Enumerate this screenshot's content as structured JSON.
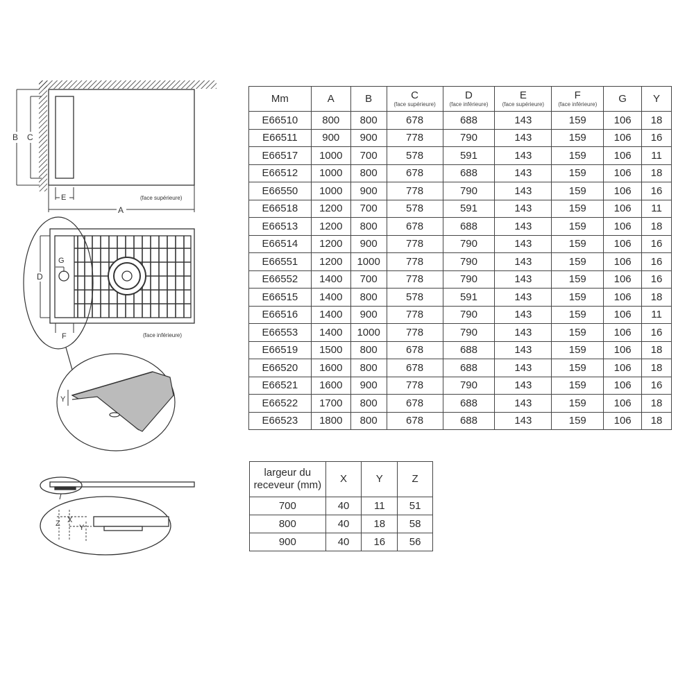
{
  "drawings": {
    "top_view": {
      "labels": {
        "B": "B",
        "C": "C",
        "E": "E",
        "A": "A"
      },
      "caption": "(face supérieure)"
    },
    "bottom_view": {
      "labels": {
        "G": "G",
        "D": "D",
        "F": "F"
      },
      "caption": "(face inférieure)"
    },
    "detail_view": {
      "labels": {
        "Y": "Y"
      }
    },
    "section_view": {
      "labels": {
        "Z": "Z",
        "X": "X",
        "Y": "Y"
      }
    }
  },
  "main_table": {
    "headers": [
      {
        "label": "Mm",
        "sub": ""
      },
      {
        "label": "A",
        "sub": ""
      },
      {
        "label": "B",
        "sub": ""
      },
      {
        "label": "C",
        "sub": "(face supérieure)"
      },
      {
        "label": "D",
        "sub": "(face inférieure)"
      },
      {
        "label": "E",
        "sub": "(face supérieure)"
      },
      {
        "label": "F",
        "sub": "(face inférieure)"
      },
      {
        "label": "G",
        "sub": ""
      },
      {
        "label": "Y",
        "sub": ""
      }
    ],
    "rows": [
      [
        "E66510",
        "800",
        "800",
        "678",
        "688",
        "143",
        "159",
        "106",
        "18"
      ],
      [
        "E66511",
        "900",
        "900",
        "778",
        "790",
        "143",
        "159",
        "106",
        "16"
      ],
      [
        "E66517",
        "1000",
        "700",
        "578",
        "591",
        "143",
        "159",
        "106",
        "11"
      ],
      [
        "E66512",
        "1000",
        "800",
        "678",
        "688",
        "143",
        "159",
        "106",
        "18"
      ],
      [
        "E66550",
        "1000",
        "900",
        "778",
        "790",
        "143",
        "159",
        "106",
        "16"
      ],
      [
        "E66518",
        "1200",
        "700",
        "578",
        "591",
        "143",
        "159",
        "106",
        "11"
      ],
      [
        "E66513",
        "1200",
        "800",
        "678",
        "688",
        "143",
        "159",
        "106",
        "18"
      ],
      [
        "E66514",
        "1200",
        "900",
        "778",
        "790",
        "143",
        "159",
        "106",
        "16"
      ],
      [
        "E66551",
        "1200",
        "1000",
        "778",
        "790",
        "143",
        "159",
        "106",
        "16"
      ],
      [
        "E66552",
        "1400",
        "700",
        "778",
        "790",
        "143",
        "159",
        "106",
        "16"
      ],
      [
        "E66515",
        "1400",
        "800",
        "578",
        "591",
        "143",
        "159",
        "106",
        "18"
      ],
      [
        "E66516",
        "1400",
        "900",
        "778",
        "790",
        "143",
        "159",
        "106",
        "11"
      ],
      [
        "E66553",
        "1400",
        "1000",
        "778",
        "790",
        "143",
        "159",
        "106",
        "16"
      ],
      [
        "E66519",
        "1500",
        "800",
        "678",
        "688",
        "143",
        "159",
        "106",
        "18"
      ],
      [
        "E66520",
        "1600",
        "800",
        "678",
        "688",
        "143",
        "159",
        "106",
        "18"
      ],
      [
        "E66521",
        "1600",
        "900",
        "778",
        "790",
        "143",
        "159",
        "106",
        "16"
      ],
      [
        "E66522",
        "1700",
        "800",
        "678",
        "688",
        "143",
        "159",
        "106",
        "18"
      ],
      [
        "E66523",
        "1800",
        "800",
        "678",
        "688",
        "143",
        "159",
        "106",
        "18"
      ]
    ]
  },
  "xyz_table": {
    "headers": [
      "largeur du receveur (mm)",
      "X",
      "Y",
      "Z"
    ],
    "rows": [
      [
        "700",
        "40",
        "11",
        "51"
      ],
      [
        "800",
        "40",
        "18",
        "58"
      ],
      [
        "900",
        "40",
        "16",
        "56"
      ]
    ]
  }
}
